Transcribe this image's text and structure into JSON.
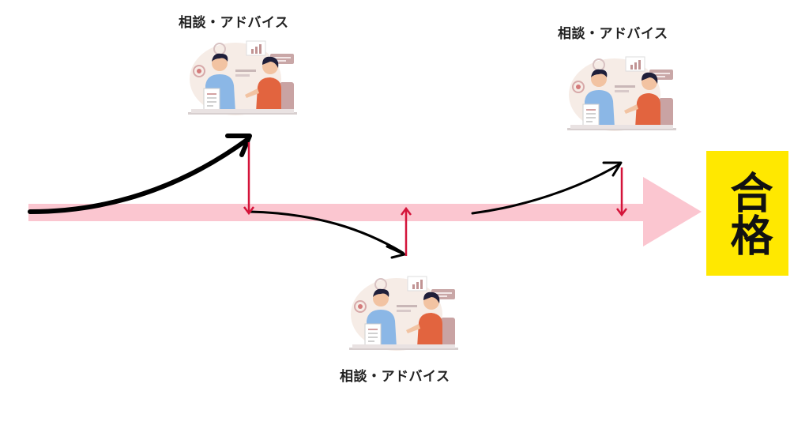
{
  "colors": {
    "track": "#fbc6d0",
    "goal_bg": "#ffe800",
    "red_arrow": "#d4143a",
    "black_arrow": "#000000",
    "shirt_blue": "#8bb7e6",
    "shirt_orange": "#e2643f",
    "bubble": "#c9a7a7"
  },
  "steps": [
    {
      "label": "相談・アドバイス",
      "icon": "consultation-illustration"
    },
    {
      "label": "相談・アドバイス",
      "icon": "consultation-illustration"
    },
    {
      "label": "相談・アドバイス",
      "icon": "consultation-illustration"
    }
  ],
  "goal": {
    "label": "合格"
  }
}
